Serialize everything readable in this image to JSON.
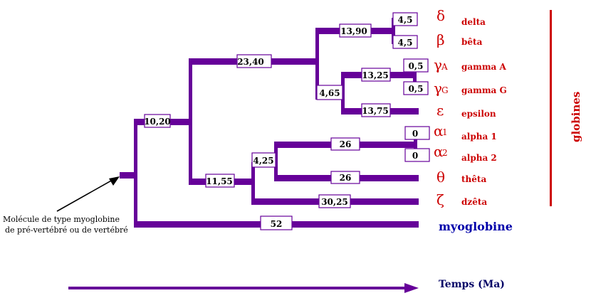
{
  "diagram": {
    "branch_labels": {
      "n10_20": "10,20",
      "n23_40": "23,40",
      "n13_90": "13,90",
      "n4_65": "4,65",
      "n13_25": "13,25",
      "n13_75": "13,75",
      "n11_55": "11,55",
      "n4_25": "4,25",
      "n26a": "26",
      "n26b": "26",
      "n30_25": "30,25",
      "n52": "52",
      "delta": "4,5",
      "beta": "4,5",
      "gammaA": "0,5",
      "gammaG": "0,5",
      "alpha1": "0",
      "alpha2": "0"
    },
    "leaves": [
      {
        "id": "delta",
        "symbol": "δ",
        "sub": "",
        "name": "delta"
      },
      {
        "id": "beta",
        "symbol": "β",
        "sub": "",
        "name": "bêta"
      },
      {
        "id": "gammaA",
        "symbol": "γ",
        "sub": "A",
        "name": "gamma A"
      },
      {
        "id": "gammaG",
        "symbol": "γ",
        "sub": "G",
        "name": "gamma G"
      },
      {
        "id": "epsilon",
        "symbol": "ε",
        "sub": "",
        "name": "epsilon"
      },
      {
        "id": "alpha1",
        "symbol": "α",
        "sub": "1",
        "name": "alpha 1"
      },
      {
        "id": "alpha2",
        "symbol": "α",
        "sub": "2",
        "name": "alpha 2"
      },
      {
        "id": "theta",
        "symbol": "θ",
        "sub": "",
        "name": "thêta"
      },
      {
        "id": "zeta",
        "symbol": "ζ",
        "sub": "",
        "name": "dzêta"
      }
    ],
    "myoglobine_label": "myoglobine",
    "globines_label": "globines",
    "note_line1": "Molécule de type myoglobine",
    "note_line2": "de pré-vertébré ou de vertébré",
    "time_label": "Temps (Ma)",
    "colors": {
      "branch": "#660099",
      "box_border": "#660099",
      "red": "#cc0000",
      "blue": "#0000aa"
    }
  }
}
